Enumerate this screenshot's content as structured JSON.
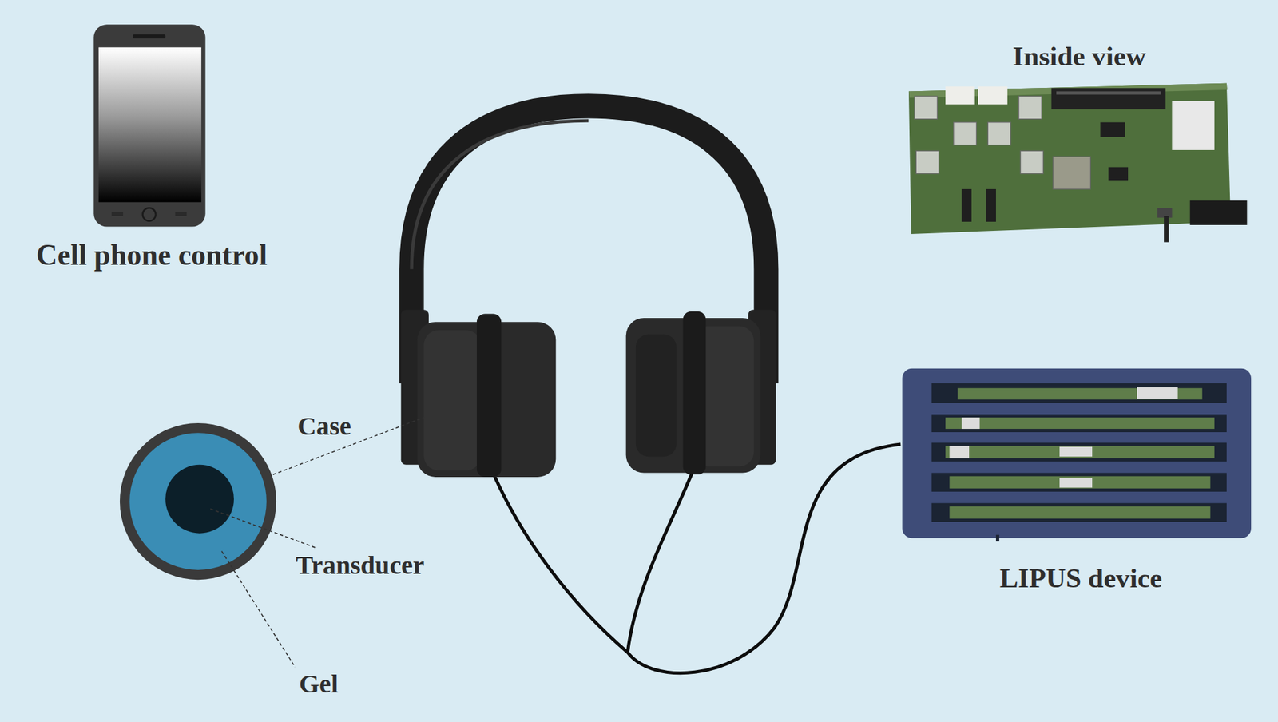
{
  "diagram": {
    "labels": [
      "Cell phone control",
      "Inside view",
      "LIPUS device",
      "Case",
      "Transducer",
      "Gel"
    ]
  }
}
